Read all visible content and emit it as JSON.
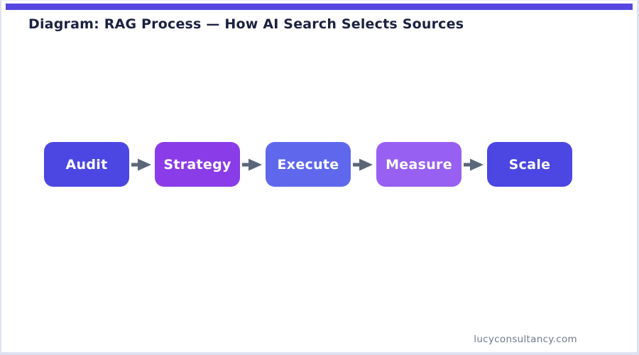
{
  "header": {
    "title": "Diagram: RAG Process — How AI Search Selects Sources"
  },
  "diagram": {
    "steps": [
      {
        "label": "Audit",
        "color": "#4c46e2"
      },
      {
        "label": "Strategy",
        "color": "#8a3ce8"
      },
      {
        "label": "Execute",
        "color": "#5f68ed"
      },
      {
        "label": "Measure",
        "color": "#9760f2"
      },
      {
        "label": "Scale",
        "color": "#4c46e2"
      }
    ],
    "arrow_color": "#5b6779"
  },
  "footer": {
    "website": "lucyconsultancy.com"
  },
  "colors": {
    "accent_bar": "#5547e0",
    "page_border": "#dde2f0",
    "title_text": "#1b2240",
    "footer_text": "#707a8a"
  }
}
